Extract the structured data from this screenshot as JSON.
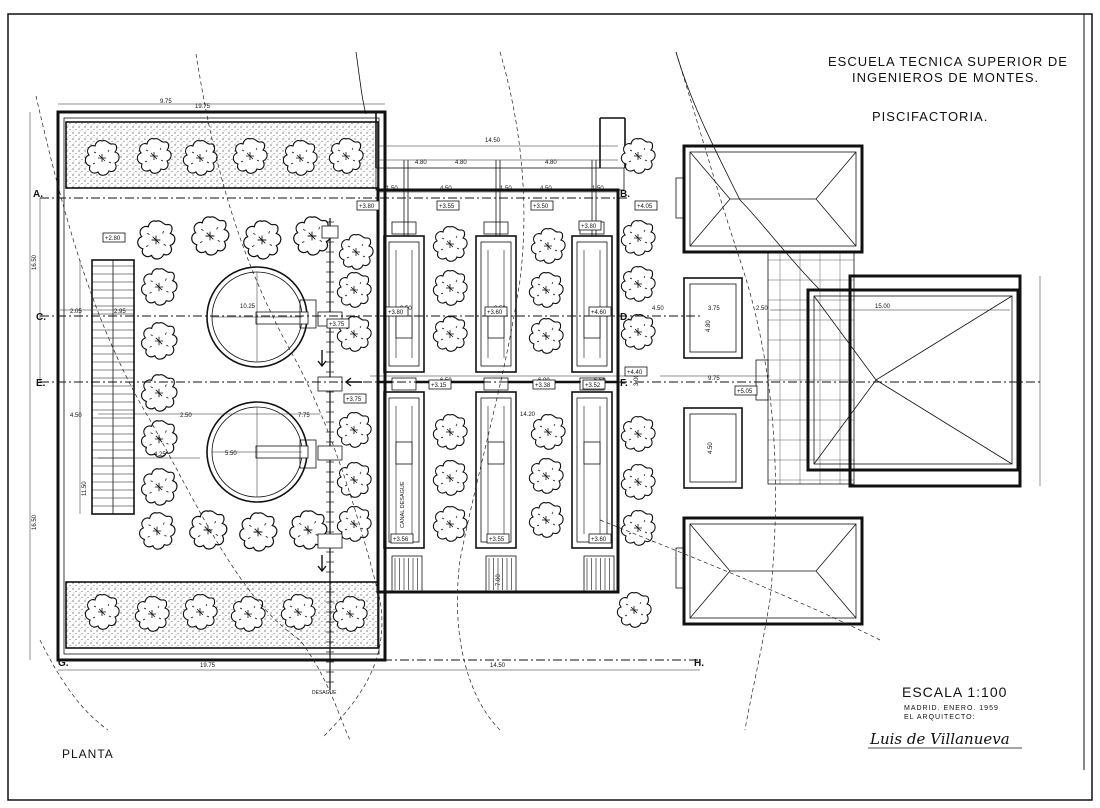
{
  "title_block": {
    "school_line1": "ESCUELA TECNICA SUPERIOR DE",
    "school_line2": "INGENIEROS DE MONTES.",
    "project": "PISCIFACTORIA.",
    "scale": "ESCALA 1:100",
    "date": "MADRID. ENERO. 1959",
    "architect": "EL ARQUITECTO:",
    "signature": "Luis de Villanueva"
  },
  "view_label": "PLANTA",
  "section_letters": [
    "A.",
    "B.",
    "C.",
    "D.",
    "E.",
    "F.",
    "G.",
    "H."
  ],
  "drain_label": "DESAGUE",
  "channel_label": "CANAL DESAGUE",
  "dimensions": {
    "overall_width_left": "19.75",
    "overall_width_right": "14.50",
    "top_pond_bay": "4.80",
    "bay_inner": "4.50",
    "left_height_top": "16.50",
    "left_height_bottom": "16.50",
    "left_height_mid": "11.50",
    "circle_dia": "5.50",
    "circle_tag": "10.25",
    "offset_a": "2.05",
    "offset_b": "2.95",
    "offset_c": "3.50",
    "offset_d": "4.50",
    "offset_e": "4.25",
    "offset_f": "7.75",
    "offset_g": "6.50",
    "offset_h": "6.00",
    "right_room": "15.00",
    "right_gap": "2.50",
    "right_e": "9.75",
    "right_side": "3.00",
    "tank_w": "3.75",
    "tank_h": "4.80",
    "tank_small": "4.50",
    "pond_small": "1.50",
    "pond_len": "5.50",
    "pond_len2": "7.00",
    "bottom_c": "14.20",
    "bottom_d": "9.75"
  },
  "levels": {
    "l1": "+3.80",
    "l2": "+3.55",
    "l3": "+3.50",
    "l4": "+3.80",
    "l5": "+4.05",
    "l6": "+2.80",
    "l7": "+3.75",
    "l8": "+3.75",
    "l9": "+3.80",
    "l10": "+3.60",
    "l11": "+3.15",
    "l12": "+3.38",
    "l13": "+4.40",
    "l14": "+5.05",
    "l15": "+3.52",
    "l16": "+4.60",
    "l17": "+3.56",
    "l18": "+3.55",
    "l19": "+3.60"
  }
}
